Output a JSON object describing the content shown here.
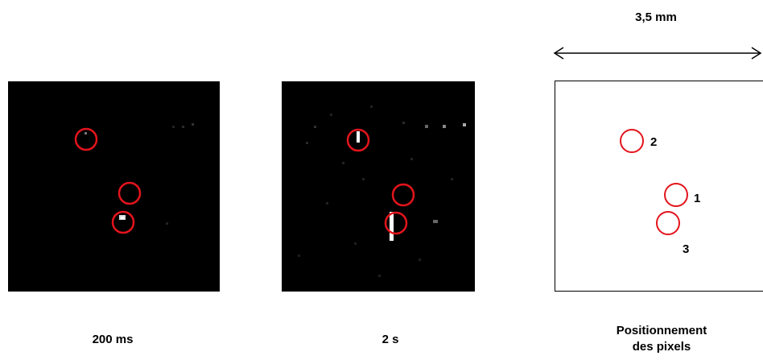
{
  "scale_label": "3,5 mm",
  "panels": [
    {
      "caption": "200 ms"
    },
    {
      "caption": "2 s"
    }
  ],
  "layout_panel": {
    "caption_line1": "Positionnement",
    "caption_line2": "des pixels",
    "pixel_numbers": [
      "1",
      "2",
      "3"
    ]
  },
  "colors": {
    "marker": "#e3141c",
    "background": "#000000",
    "spot": "#ffffff"
  }
}
